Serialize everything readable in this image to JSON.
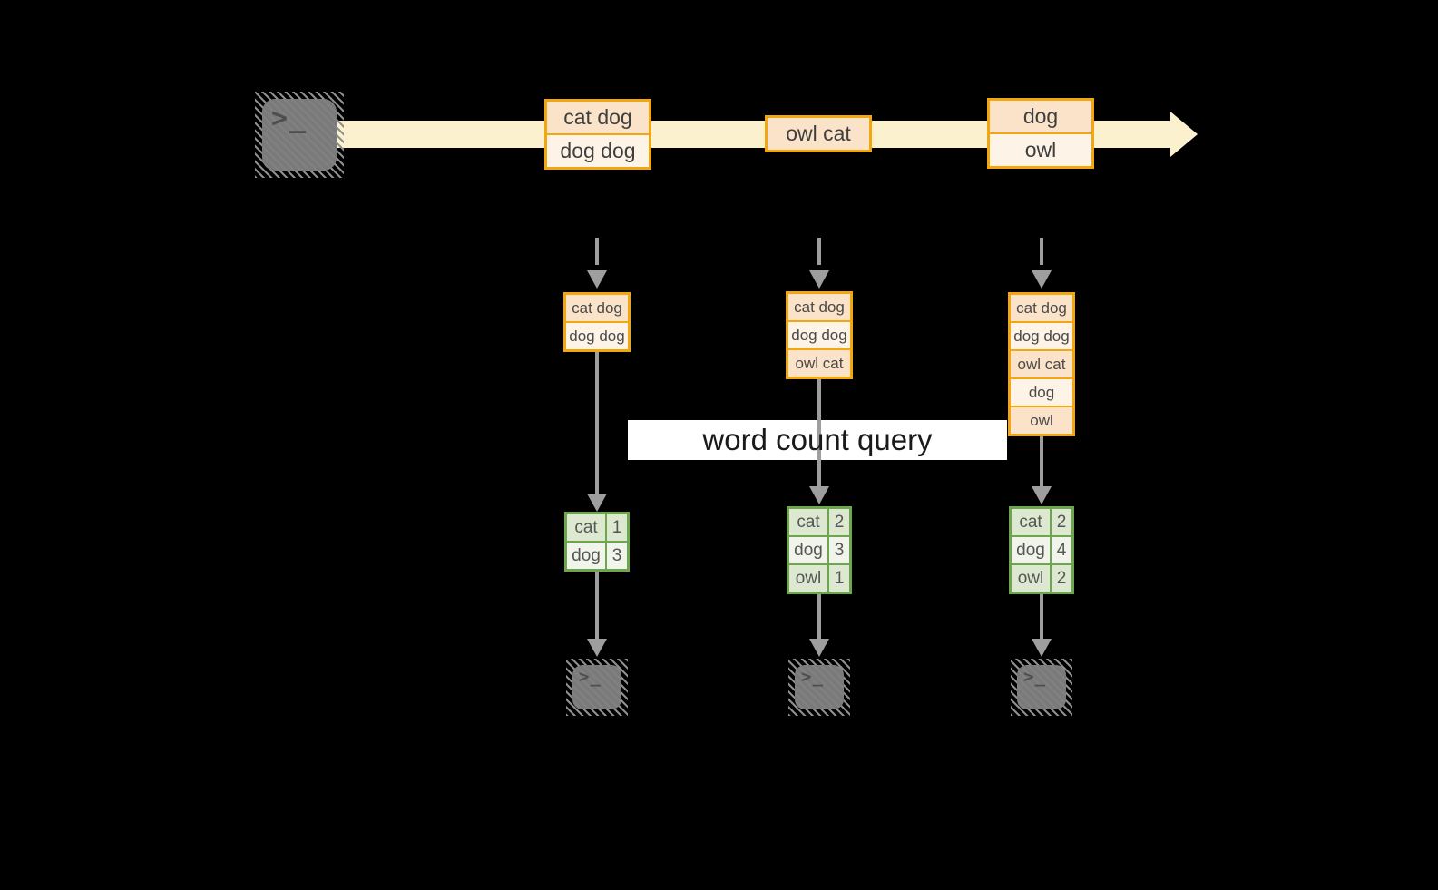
{
  "banner": {
    "label": "word count query"
  },
  "icons": {
    "terminal_prompt": ">_"
  },
  "stream_messages": [
    {
      "rows": [
        "cat dog",
        "dog dog"
      ]
    },
    {
      "rows": [
        "owl cat"
      ]
    },
    {
      "rows": [
        "dog",
        "owl"
      ]
    }
  ],
  "state_stacks": [
    {
      "rows": [
        "cat dog",
        "dog dog"
      ]
    },
    {
      "rows": [
        "cat dog",
        "dog dog",
        "owl cat"
      ]
    },
    {
      "rows": [
        "cat dog",
        "dog dog",
        "owl cat",
        "dog",
        "owl"
      ]
    }
  ],
  "count_tables": [
    {
      "rows": [
        {
          "word": "cat",
          "count": "1"
        },
        {
          "word": "dog",
          "count": "3"
        }
      ]
    },
    {
      "rows": [
        {
          "word": "cat",
          "count": "2"
        },
        {
          "word": "dog",
          "count": "3"
        },
        {
          "word": "owl",
          "count": "1"
        }
      ]
    },
    {
      "rows": [
        {
          "word": "cat",
          "count": "2"
        },
        {
          "word": "dog",
          "count": "4"
        },
        {
          "word": "owl",
          "count": "2"
        }
      ]
    }
  ],
  "colors": {
    "amber_border": "#f2a70f",
    "peach_fill": "#fae3c8",
    "cream_fill": "#fdf3e6",
    "band_fill": "#fbf1cf",
    "green_border": "#6ca64d",
    "sage_fill": "#dce8d0",
    "sage_light_fill": "#f0f4ea",
    "arrow_gray": "#9e9e9e",
    "terminal_gray": "#7a7a7a",
    "banner_bg": "#ffffff"
  }
}
